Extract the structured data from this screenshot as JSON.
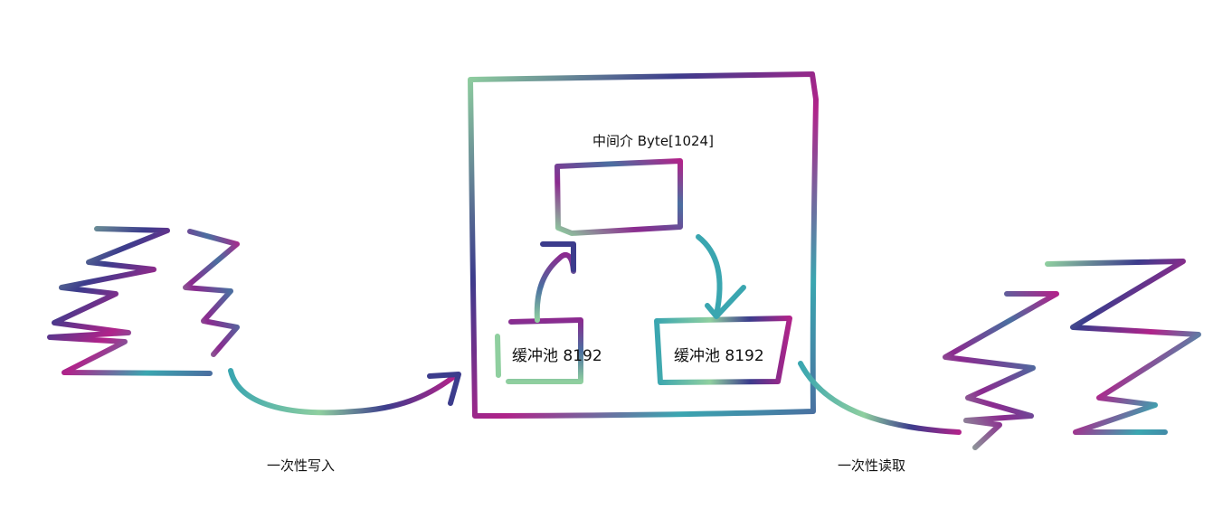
{
  "labels": {
    "medium": "中间介 Byte[1024]",
    "buffer_left": "缓冲池 8192",
    "buffer_right": "缓冲池 8192",
    "write_once": "一次性写入",
    "read_once": "一次性读取"
  },
  "colors": {
    "teal": "#3aa6b0",
    "green": "#8fcf9f",
    "purple": "#8b2a8f",
    "indigo": "#3c3c8c",
    "steel": "#4a6fa0",
    "magenta": "#b0238a"
  }
}
